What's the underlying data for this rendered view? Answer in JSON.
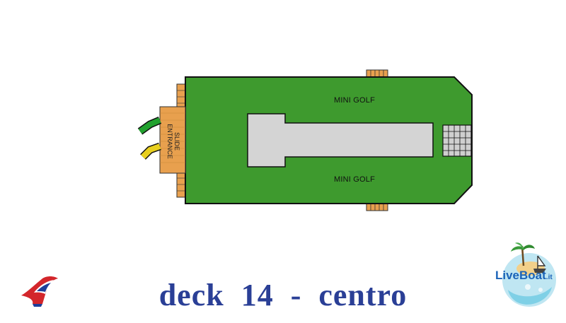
{
  "map": {
    "zones": [
      {
        "id": "mini-golf-north",
        "label": "MINI GOLF"
      },
      {
        "id": "mini-golf-south",
        "label": "MINI GOLF"
      }
    ],
    "slide": {
      "line1": "SLIDE",
      "line2": "ENTRANCE"
    },
    "colors": {
      "deck": "#3e9a2e",
      "outline": "#111111",
      "center_block": "#d4d4d4",
      "wood": "#e8a04e",
      "slide_green": "#22a12f",
      "slide_yellow": "#e8cf1f",
      "grate": "#cfcfcf"
    }
  },
  "footer": {
    "title": "deck  14  -  centro",
    "title_color": "#2a3f96"
  },
  "branding": {
    "left_logo": "carnival-funnel-logo-icon",
    "right_logo": {
      "icon": "liveboat-globe-logo-icon",
      "text": "LiveBoat",
      "tld": ".it"
    }
  }
}
